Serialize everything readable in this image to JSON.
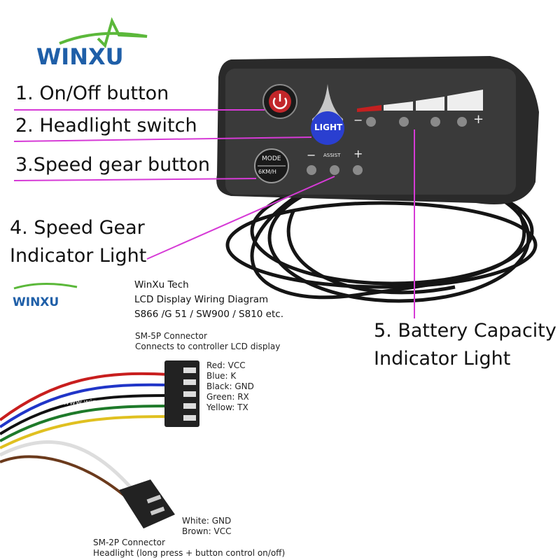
{
  "brand": {
    "logo_text": "WINXU",
    "accent": "#1f5fa8",
    "swoosh": "#5bb83a"
  },
  "callouts": [
    {
      "label": "1. On/Off button"
    },
    {
      "label": "2. Headlight switch"
    },
    {
      "label": "3.Speed gear button"
    },
    {
      "label": "4. Speed Gear",
      "label2": "Indicator Light"
    },
    {
      "label": "5. Battery Capacity",
      "label2": "Indicator Light"
    }
  ],
  "callout_line_color": "#d63ad6",
  "panel": {
    "light_label": "LIGHT",
    "mode_label": "MODE",
    "kmh_label": "6KM/H",
    "assist_label": "ASSIST",
    "minus": "−",
    "plus": "+"
  },
  "diagram": {
    "company": "WinXu Tech",
    "title": "LCD Display Wiring Diagram",
    "models": "S866 /G 51 / SW900  / S810 etc.",
    "watermark": "www.winxutech.com",
    "sm5p": {
      "name": "SM-5P Connector",
      "desc": "Connects to controller LCD display",
      "wires": [
        "Red: VCC",
        "Blue: K",
        "Black: GND",
        "Green: RX",
        "Yellow: TX"
      ]
    },
    "sm2p": {
      "name": "SM-2P Connector",
      "desc": "Headlight (long press + button control on/off)",
      "wires": [
        "White: GND",
        "Brown: VCC"
      ]
    }
  }
}
